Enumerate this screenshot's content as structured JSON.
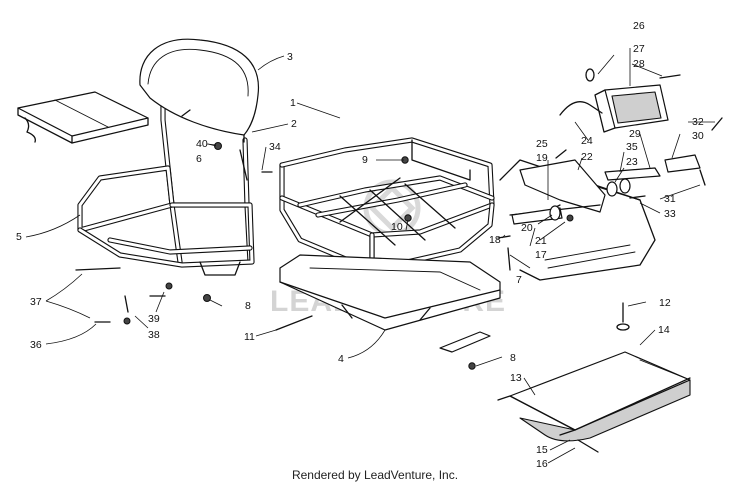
{
  "footer_text": "Rendered by LeadVenture, Inc.",
  "watermark_text": "LEADVENTURE",
  "callouts": [
    "1",
    "2",
    "3",
    "4",
    "5",
    "6",
    "7",
    "8",
    "8",
    "9",
    "10",
    "11",
    "12",
    "13",
    "14",
    "15",
    "16",
    "17",
    "18",
    "19",
    "20",
    "21",
    "22",
    "23",
    "24",
    "25",
    "26",
    "27",
    "28",
    "29",
    "30",
    "31",
    "32",
    "33",
    "34",
    "35",
    "36",
    "37",
    "38",
    "39",
    "40"
  ],
  "colors": {
    "line": "#111111",
    "background": "#ffffff",
    "watermark": "#d4d4d4"
  }
}
